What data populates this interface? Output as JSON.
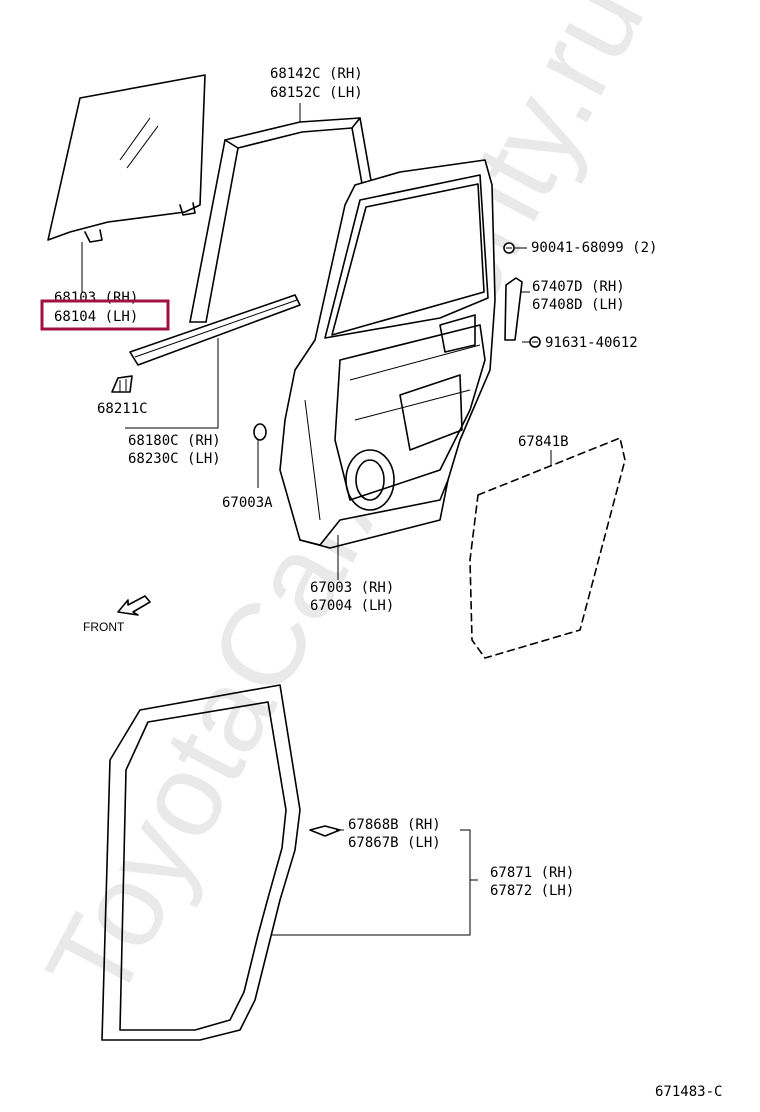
{
  "watermark": "ToyotaCarAuthority.ru",
  "highlight_color": "#a01040",
  "parts": {
    "glass_rh": "68103 (RH)",
    "glass_lh": "68104 (LH)",
    "channel_rh": "68142C (RH)",
    "channel_lh": "68152C (LH)",
    "bolt": "90041-68099 (2)",
    "frame_cover_rh": "67407D (RH)",
    "frame_cover_lh": "67408D (LH)",
    "screw": "91631-40612",
    "clip": "68211C",
    "belt_rh": "68180C (RH)",
    "belt_lh": "68230C (LH)",
    "plug": "67003A",
    "panel_rh": "67003 (RH)",
    "panel_lh": "67004 (LH)",
    "service_hole_cover": "67841B",
    "front_label": "FRONT",
    "clip_rh": "67868B (RH)",
    "clip_lh": "67867B (LH)",
    "weatherstrip_rh": "67871 (RH)",
    "weatherstrip_lh": "67872 (LH)",
    "figure_code": "671483-C"
  }
}
